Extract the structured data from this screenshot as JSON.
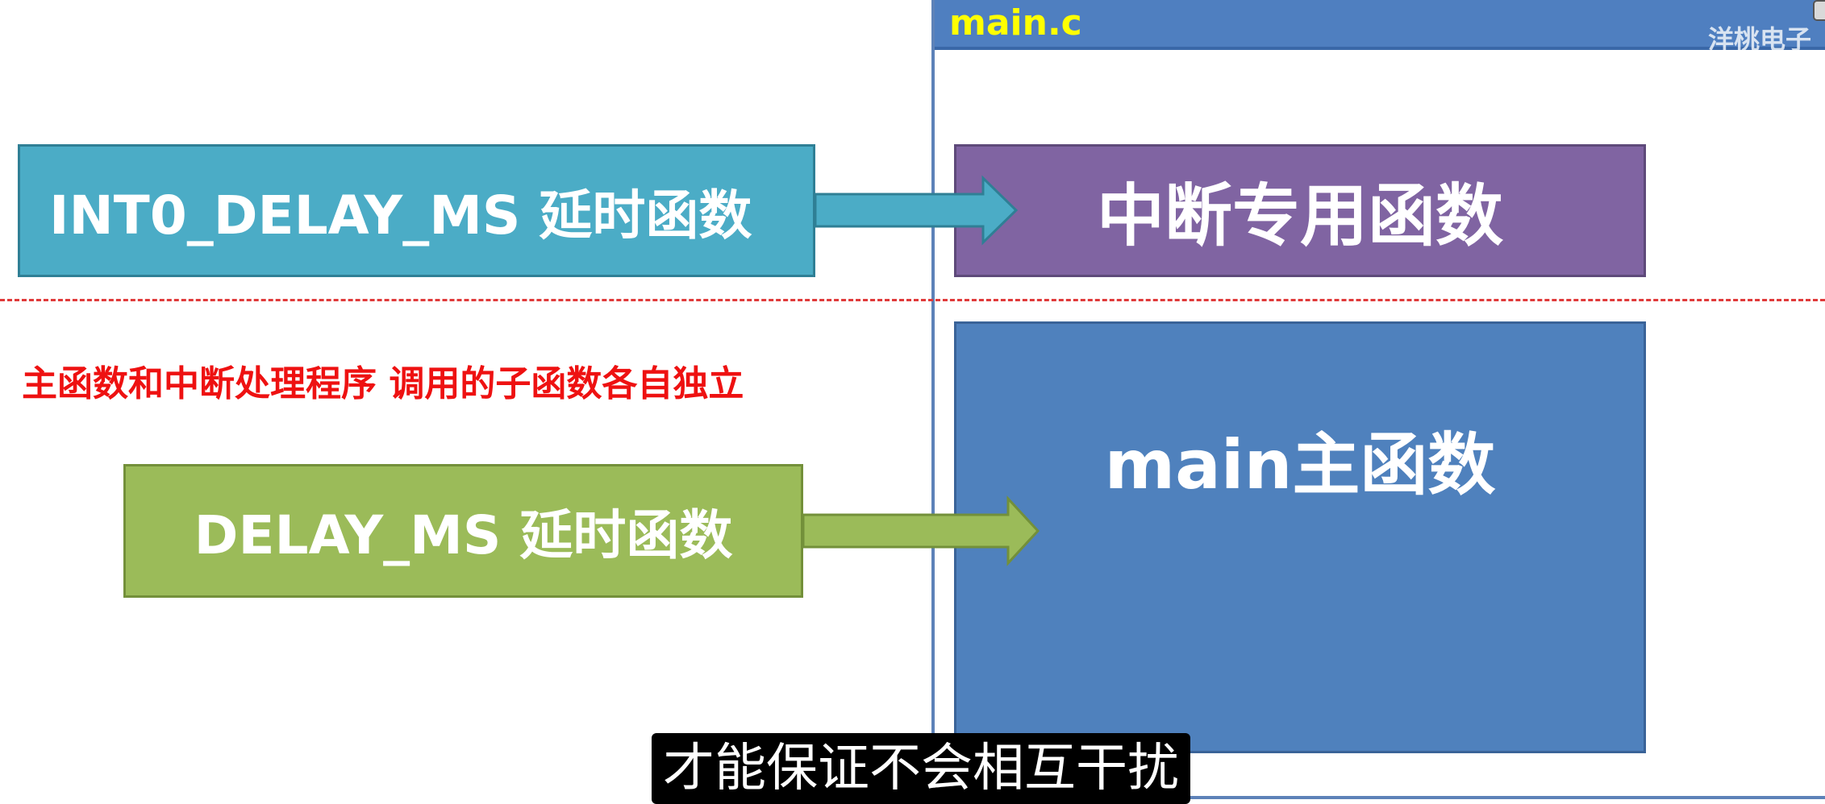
{
  "file_panel": {
    "title": "main.c"
  },
  "watermark": "洋桃电子",
  "boxes": {
    "int0_delay": "INT0_DELAY_MS 延时函数",
    "interrupt_only": "中断专用函数",
    "main_function": "main主函数",
    "delay": "DELAY_MS 延时函数"
  },
  "note": "主函数和中断处理程序 调用的子函数各自独立",
  "subtitle": "才能保证不会相互干扰",
  "colors": {
    "int0_box": "#4bacc6",
    "interrupt_box": "#8064a2",
    "main_box": "#4f81bd",
    "delay_box": "#9bbb59",
    "separator": "#e03a3a",
    "note_text": "#ee1111",
    "file_title": "#ffff00"
  }
}
